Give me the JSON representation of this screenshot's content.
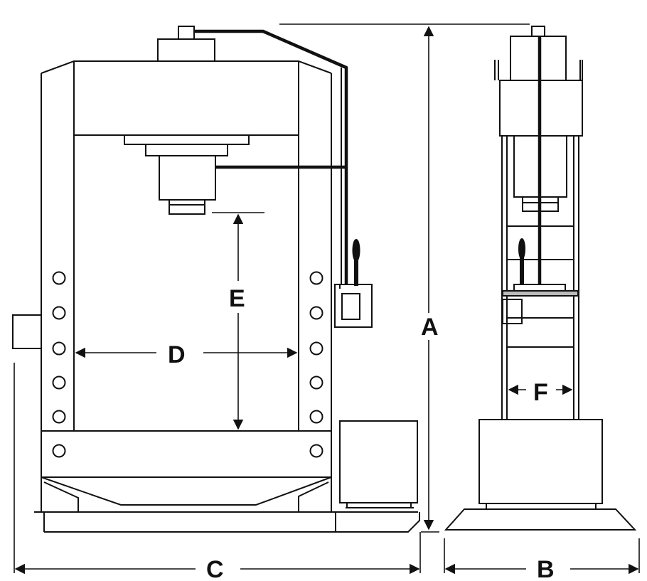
{
  "dimension_labels": {
    "a": "A",
    "b": "B",
    "c": "C",
    "d": "D",
    "e": "E",
    "f": "F"
  },
  "colors": {
    "line": "#111111",
    "background": "#ffffff"
  }
}
